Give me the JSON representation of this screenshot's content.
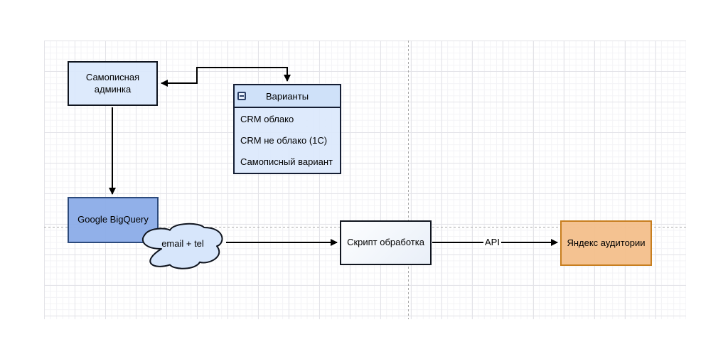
{
  "diagram": {
    "nodes": {
      "admin": {
        "label": "Самописная админка"
      },
      "variants": {
        "title": "Варианты",
        "rows": [
          "CRM облако",
          "CRM не облако (1С)",
          "Самописный вариант"
        ]
      },
      "bigquery": {
        "label": "Google BigQuery"
      },
      "cloud": {
        "label": "email + tel"
      },
      "script": {
        "label": "Скрипт обработка"
      },
      "yandex": {
        "label": "Яндекс аудитории"
      }
    },
    "edges": {
      "api_label": "API"
    },
    "icons": {
      "collapse": "collapse-minus-icon"
    },
    "colors": {
      "node_light_blue": "#dae8fc",
      "node_blue": "#8dade8",
      "node_blue_border": "#2c4a7c",
      "node_orange": "#f4bf8d",
      "node_orange_border": "#c77e1f",
      "edge_stroke": "#000000",
      "page_separator": "#a8a8a8"
    }
  }
}
